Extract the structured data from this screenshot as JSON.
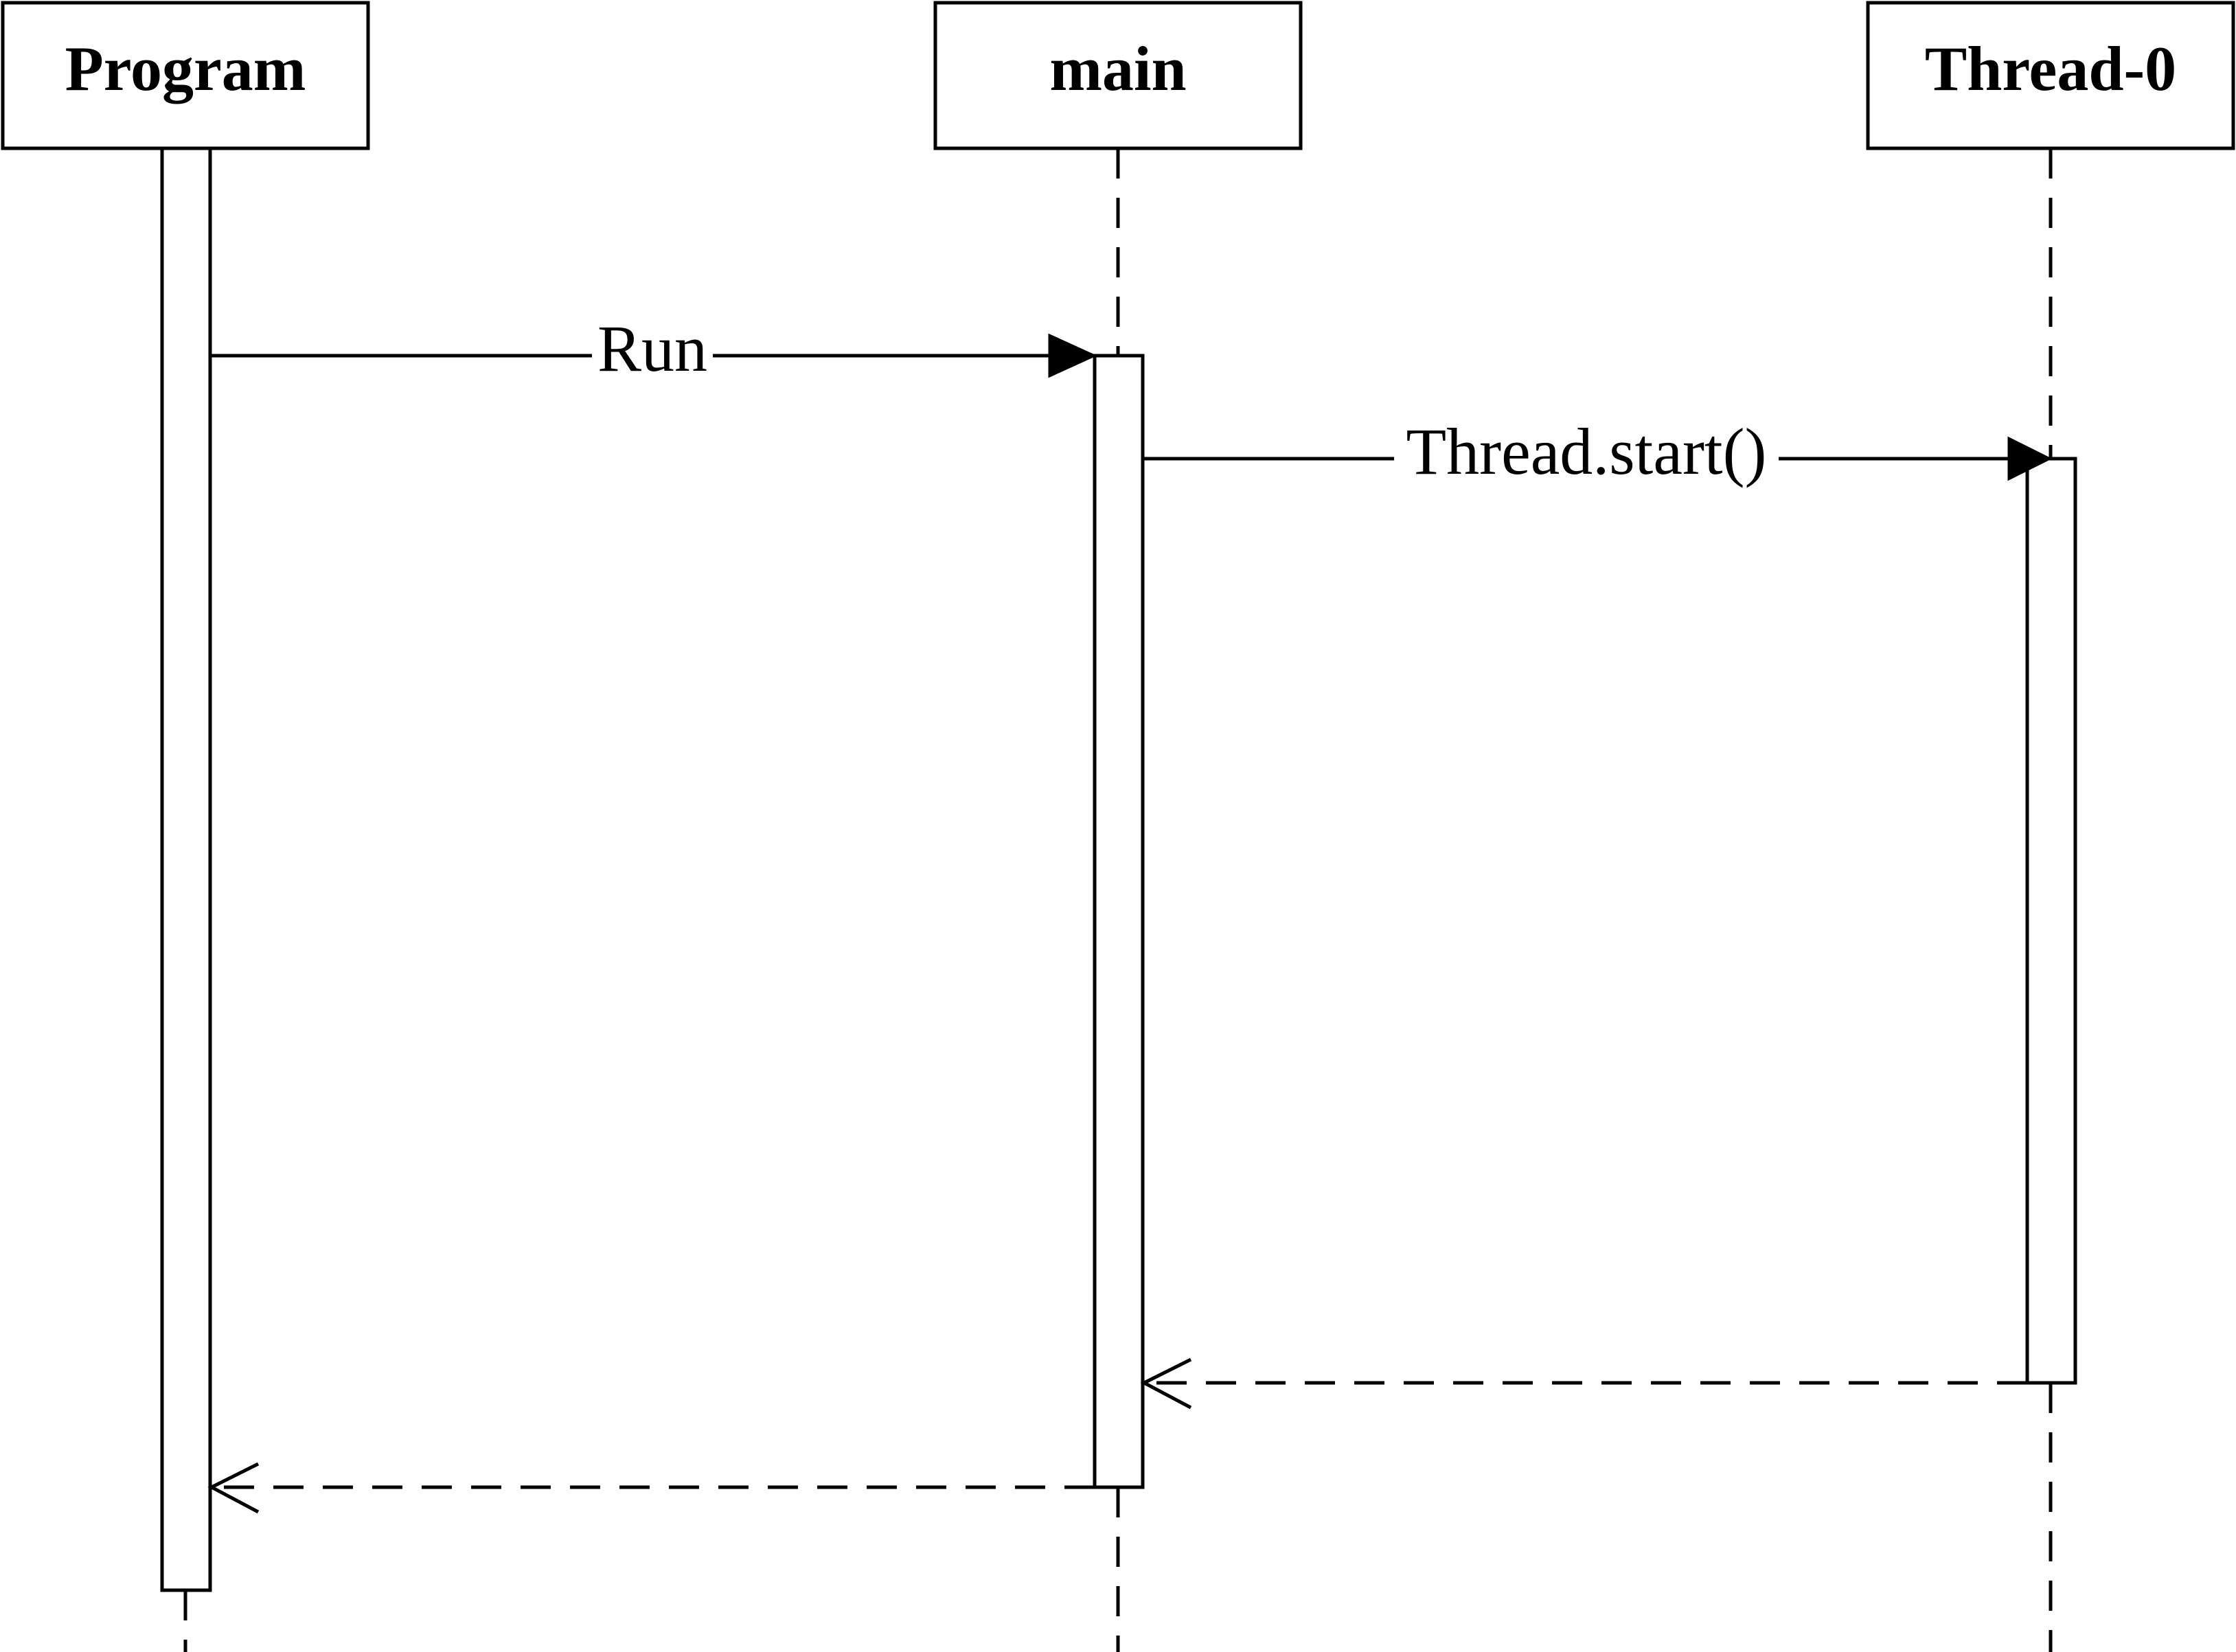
{
  "participants": [
    {
      "id": "program",
      "label": "Program"
    },
    {
      "id": "main",
      "label": "main"
    },
    {
      "id": "thread0",
      "label": "Thread-0"
    }
  ],
  "messages": [
    {
      "from": "program",
      "to": "main",
      "label": "Run",
      "kind": "sync"
    },
    {
      "from": "main",
      "to": "thread0",
      "label": "Thread.start()",
      "kind": "sync"
    },
    {
      "from": "thread0",
      "to": "main",
      "label": "",
      "kind": "return"
    },
    {
      "from": "main",
      "to": "program",
      "label": "",
      "kind": "return"
    }
  ],
  "colors": {
    "line": "#000000",
    "fill": "#ffffff"
  }
}
